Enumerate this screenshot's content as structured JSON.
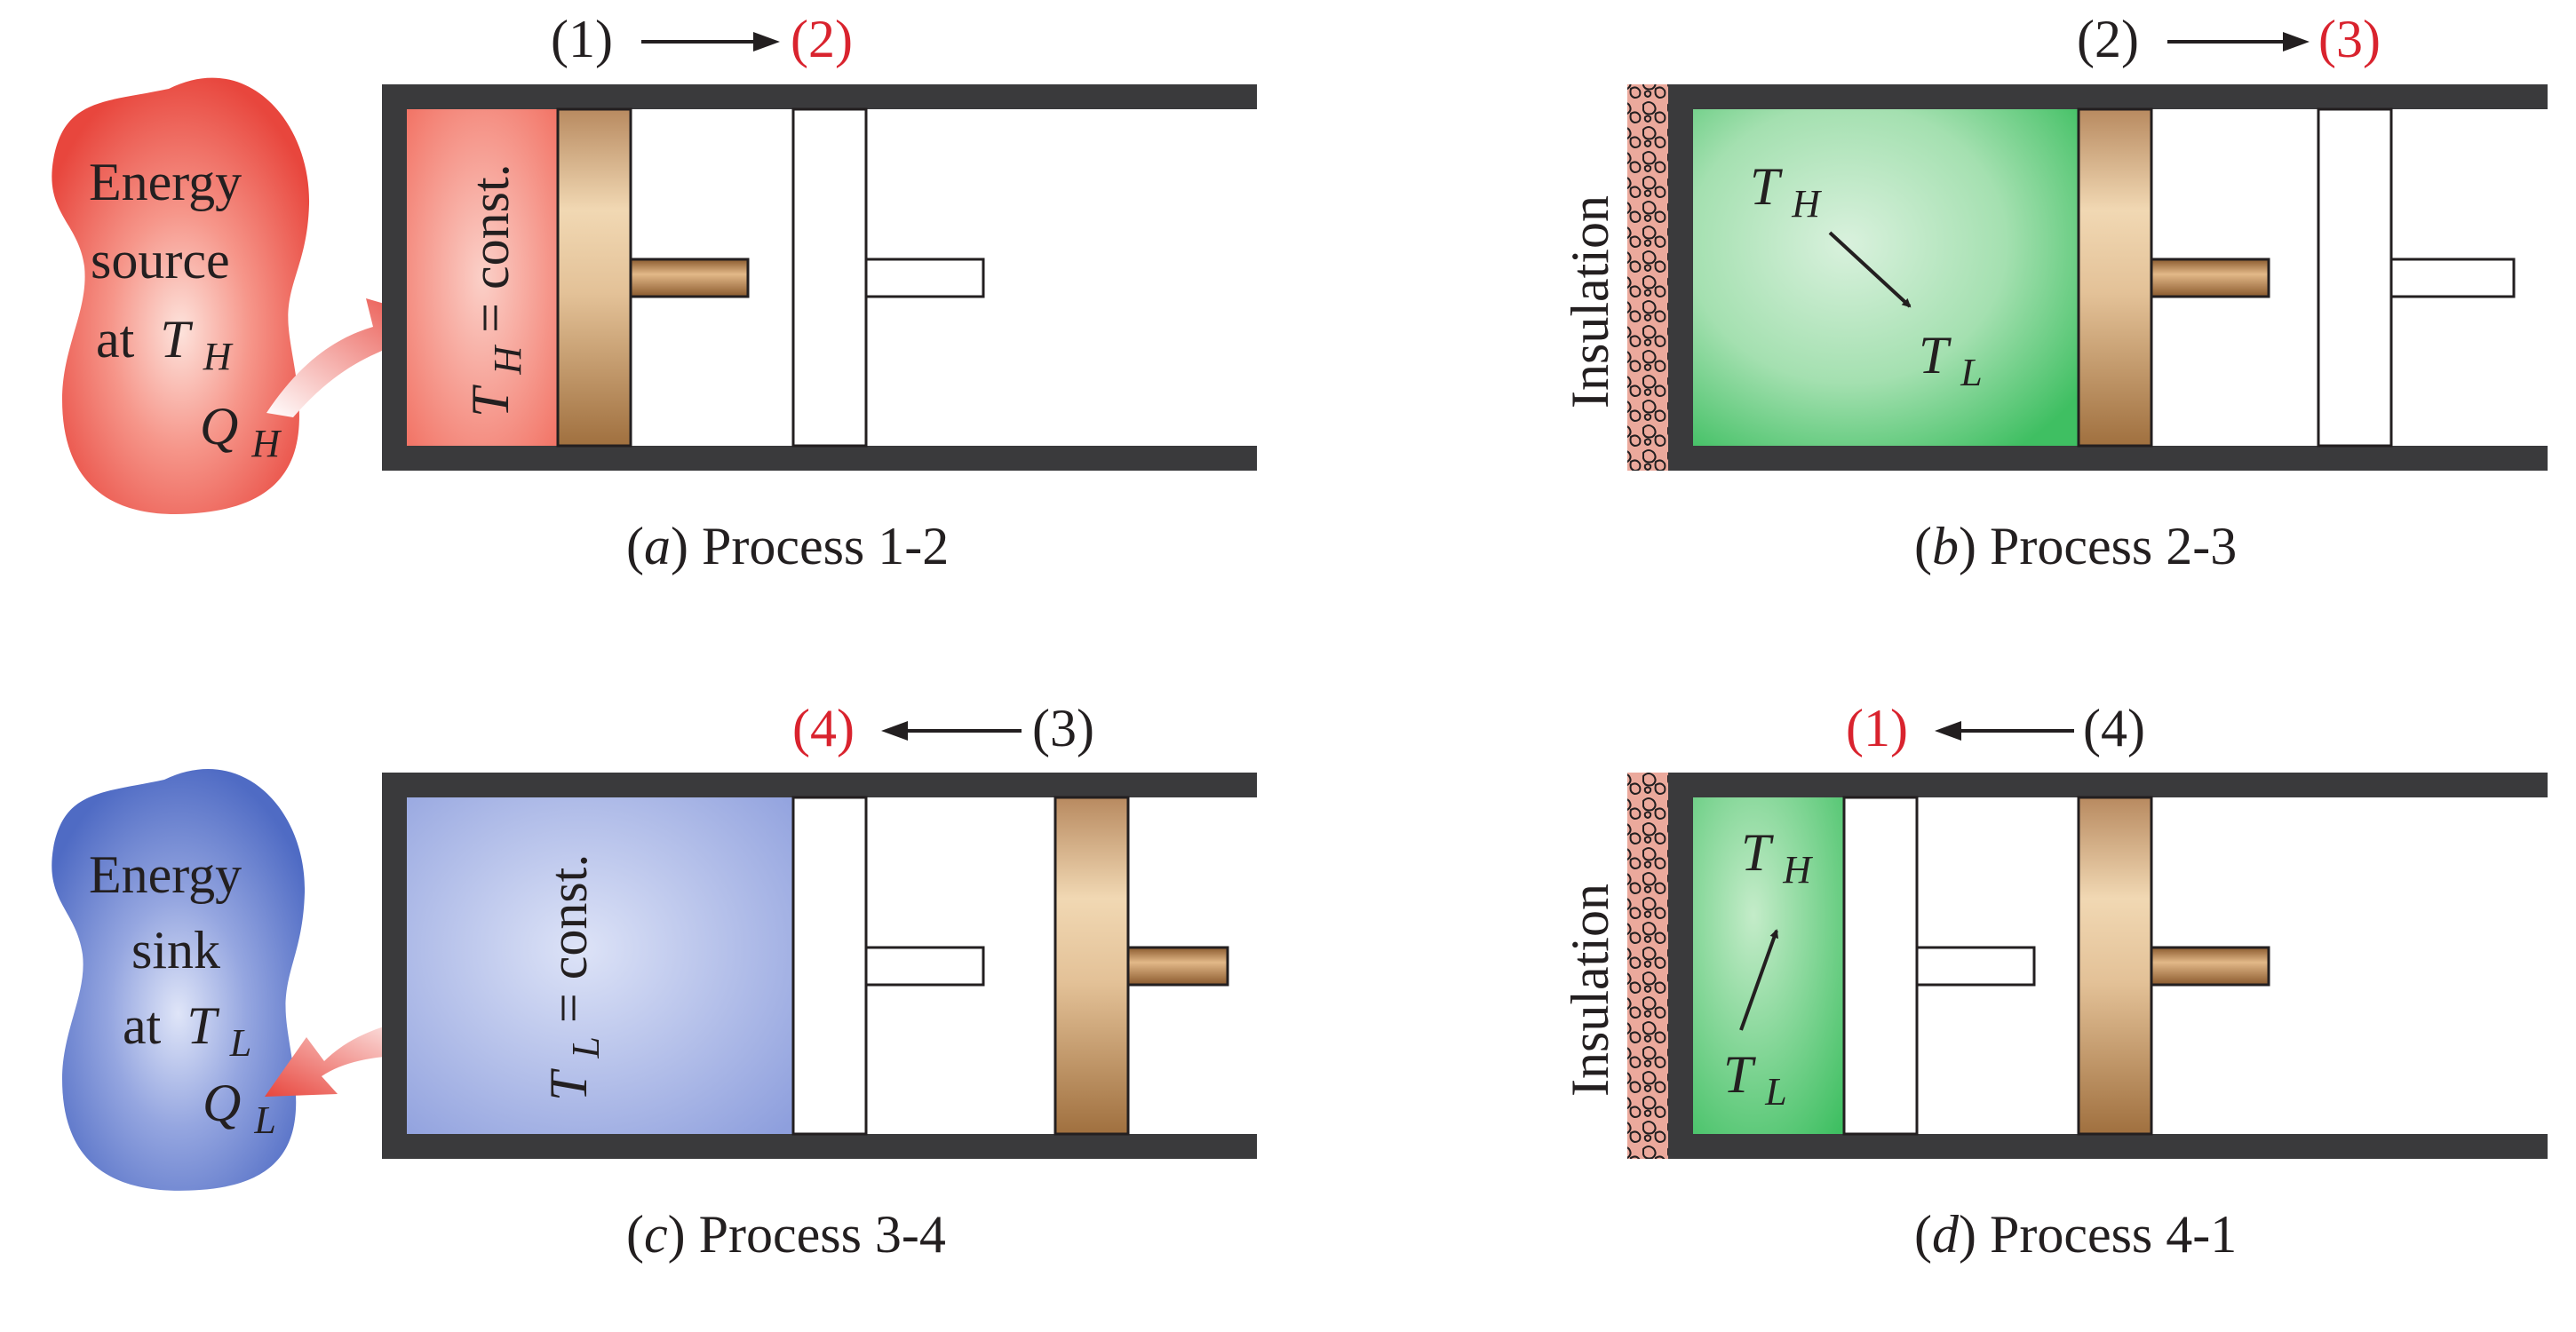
{
  "colors": {
    "red_state": "#d9232e",
    "wall": "#3a3a3c",
    "source": "#e8463d",
    "sink": "#4f6bc4",
    "hot_gas": "#f27466",
    "cold_gas": "#a9b6e6",
    "adiabatic_gas": "#5fcf7e",
    "piston": "#b5865a",
    "insulation": "#e9a79a"
  },
  "panels": {
    "a": {
      "state_from": "(1)",
      "state_to": "(2)",
      "reservoir_line1": "Energy",
      "reservoir_line2": "source",
      "reservoir_line3": "at",
      "reservoir_T": "T",
      "reservoir_T_sub": "H",
      "heat_Q": "Q",
      "heat_Q_sub": "H",
      "gas_T": "T",
      "gas_T_sub": "H",
      "gas_rest": " = const.",
      "caption_letter": "a",
      "caption_text": " Process 1-2"
    },
    "b": {
      "state_from": "(2)",
      "state_to": "(3)",
      "insulation": "Insulation",
      "temp_start": "T",
      "temp_start_sub": "H",
      "temp_end": "T",
      "temp_end_sub": "L",
      "caption_letter": "b",
      "caption_text": " Process 2-3"
    },
    "c": {
      "state_from": "(4)",
      "state_to": "(3)",
      "reservoir_line1": "Energy",
      "reservoir_line2": "sink",
      "reservoir_line3": "at",
      "reservoir_T": "T",
      "reservoir_T_sub": "L",
      "heat_Q": "Q",
      "heat_Q_sub": "L",
      "gas_T": "T",
      "gas_T_sub": "L",
      "gas_rest": " = const.",
      "caption_letter": "c",
      "caption_text": " Process 3-4"
    },
    "d": {
      "state_from": "(1)",
      "state_to": "(4)",
      "insulation": "Insulation",
      "temp_start": "T",
      "temp_start_sub": "H",
      "temp_end": "T",
      "temp_end_sub": "L",
      "caption_letter": "d",
      "caption_text": " Process 4-1"
    }
  }
}
